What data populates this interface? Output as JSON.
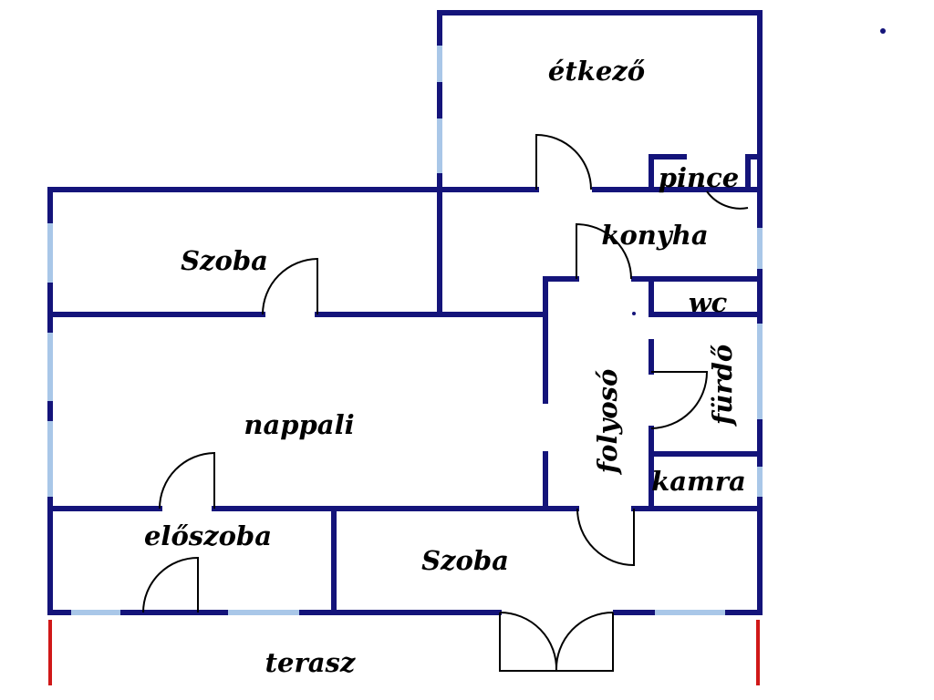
{
  "colors": {
    "wall": "#14147a",
    "window": "#a9c7e8",
    "terrace_edge": "#d01818",
    "door": "#000000",
    "label": "#000000"
  },
  "rooms": {
    "etkezo": "étkező",
    "pince": "pince",
    "konyha": "konyha",
    "szoba_upper": "Szoba",
    "wc": "wc",
    "nappali": "nappali",
    "furdo": "fürdő",
    "folyoso": "folyosó",
    "kamra": "kamra",
    "eloszoba": "előszoba",
    "szoba_lower": "Szoba",
    "terasz": "terasz"
  }
}
